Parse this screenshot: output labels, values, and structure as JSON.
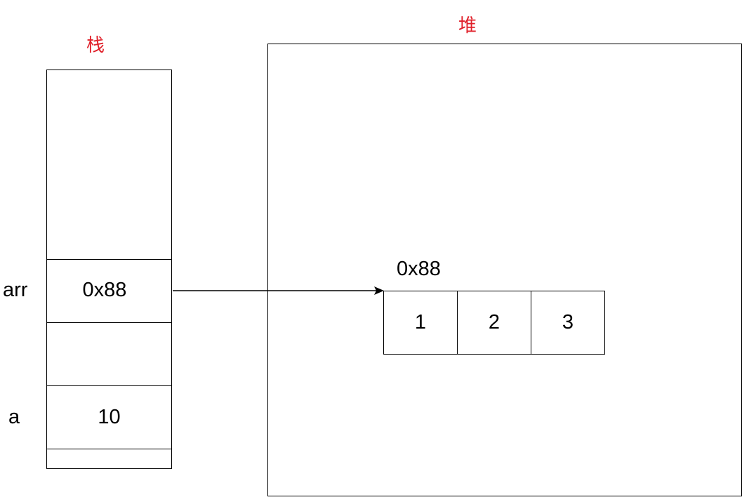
{
  "titles": {
    "stack": "栈",
    "heap": "堆"
  },
  "colors": {
    "title": "#e0202a",
    "line": "#000000"
  },
  "stack": {
    "slots": [
      {
        "name": "arr",
        "value": "0x88"
      },
      {
        "name": "a",
        "value": "10"
      }
    ]
  },
  "heap": {
    "array": {
      "address": "0x88",
      "elements": [
        "1",
        "2",
        "3"
      ]
    }
  }
}
